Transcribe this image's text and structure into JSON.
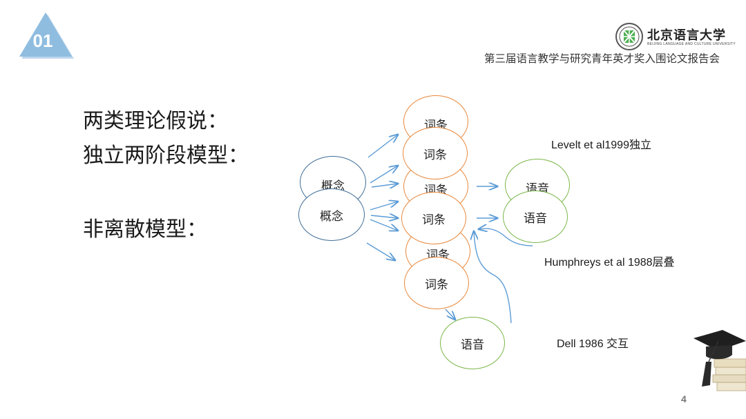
{
  "header": {
    "slide_number": "01",
    "university_name": "北京语言大学",
    "university_name_en": "BEIJING LANGUAGE AND CULTURE UNIVERSITY",
    "conference_title": "第三届语言教学与研究青年英才奖入围论文报告会"
  },
  "main": {
    "lines": [
      "两类理论假说：",
      "独立两阶段模型：",
      "非离散模型："
    ]
  },
  "diagram": {
    "nodes": {
      "concept": "概念",
      "word": "词条",
      "phonology": "语音"
    },
    "labels": {
      "levelt": "Levelt et al1999独立",
      "humphreys": "Humphreys et al 1988层叠",
      "dell": "Dell 1986 交互"
    },
    "colors": {
      "concept": "#3f6d96",
      "word": "#e8873a",
      "phonology": "#7ab648",
      "arrow": "#5b9bd5"
    }
  },
  "footer": {
    "page_number": "4"
  }
}
